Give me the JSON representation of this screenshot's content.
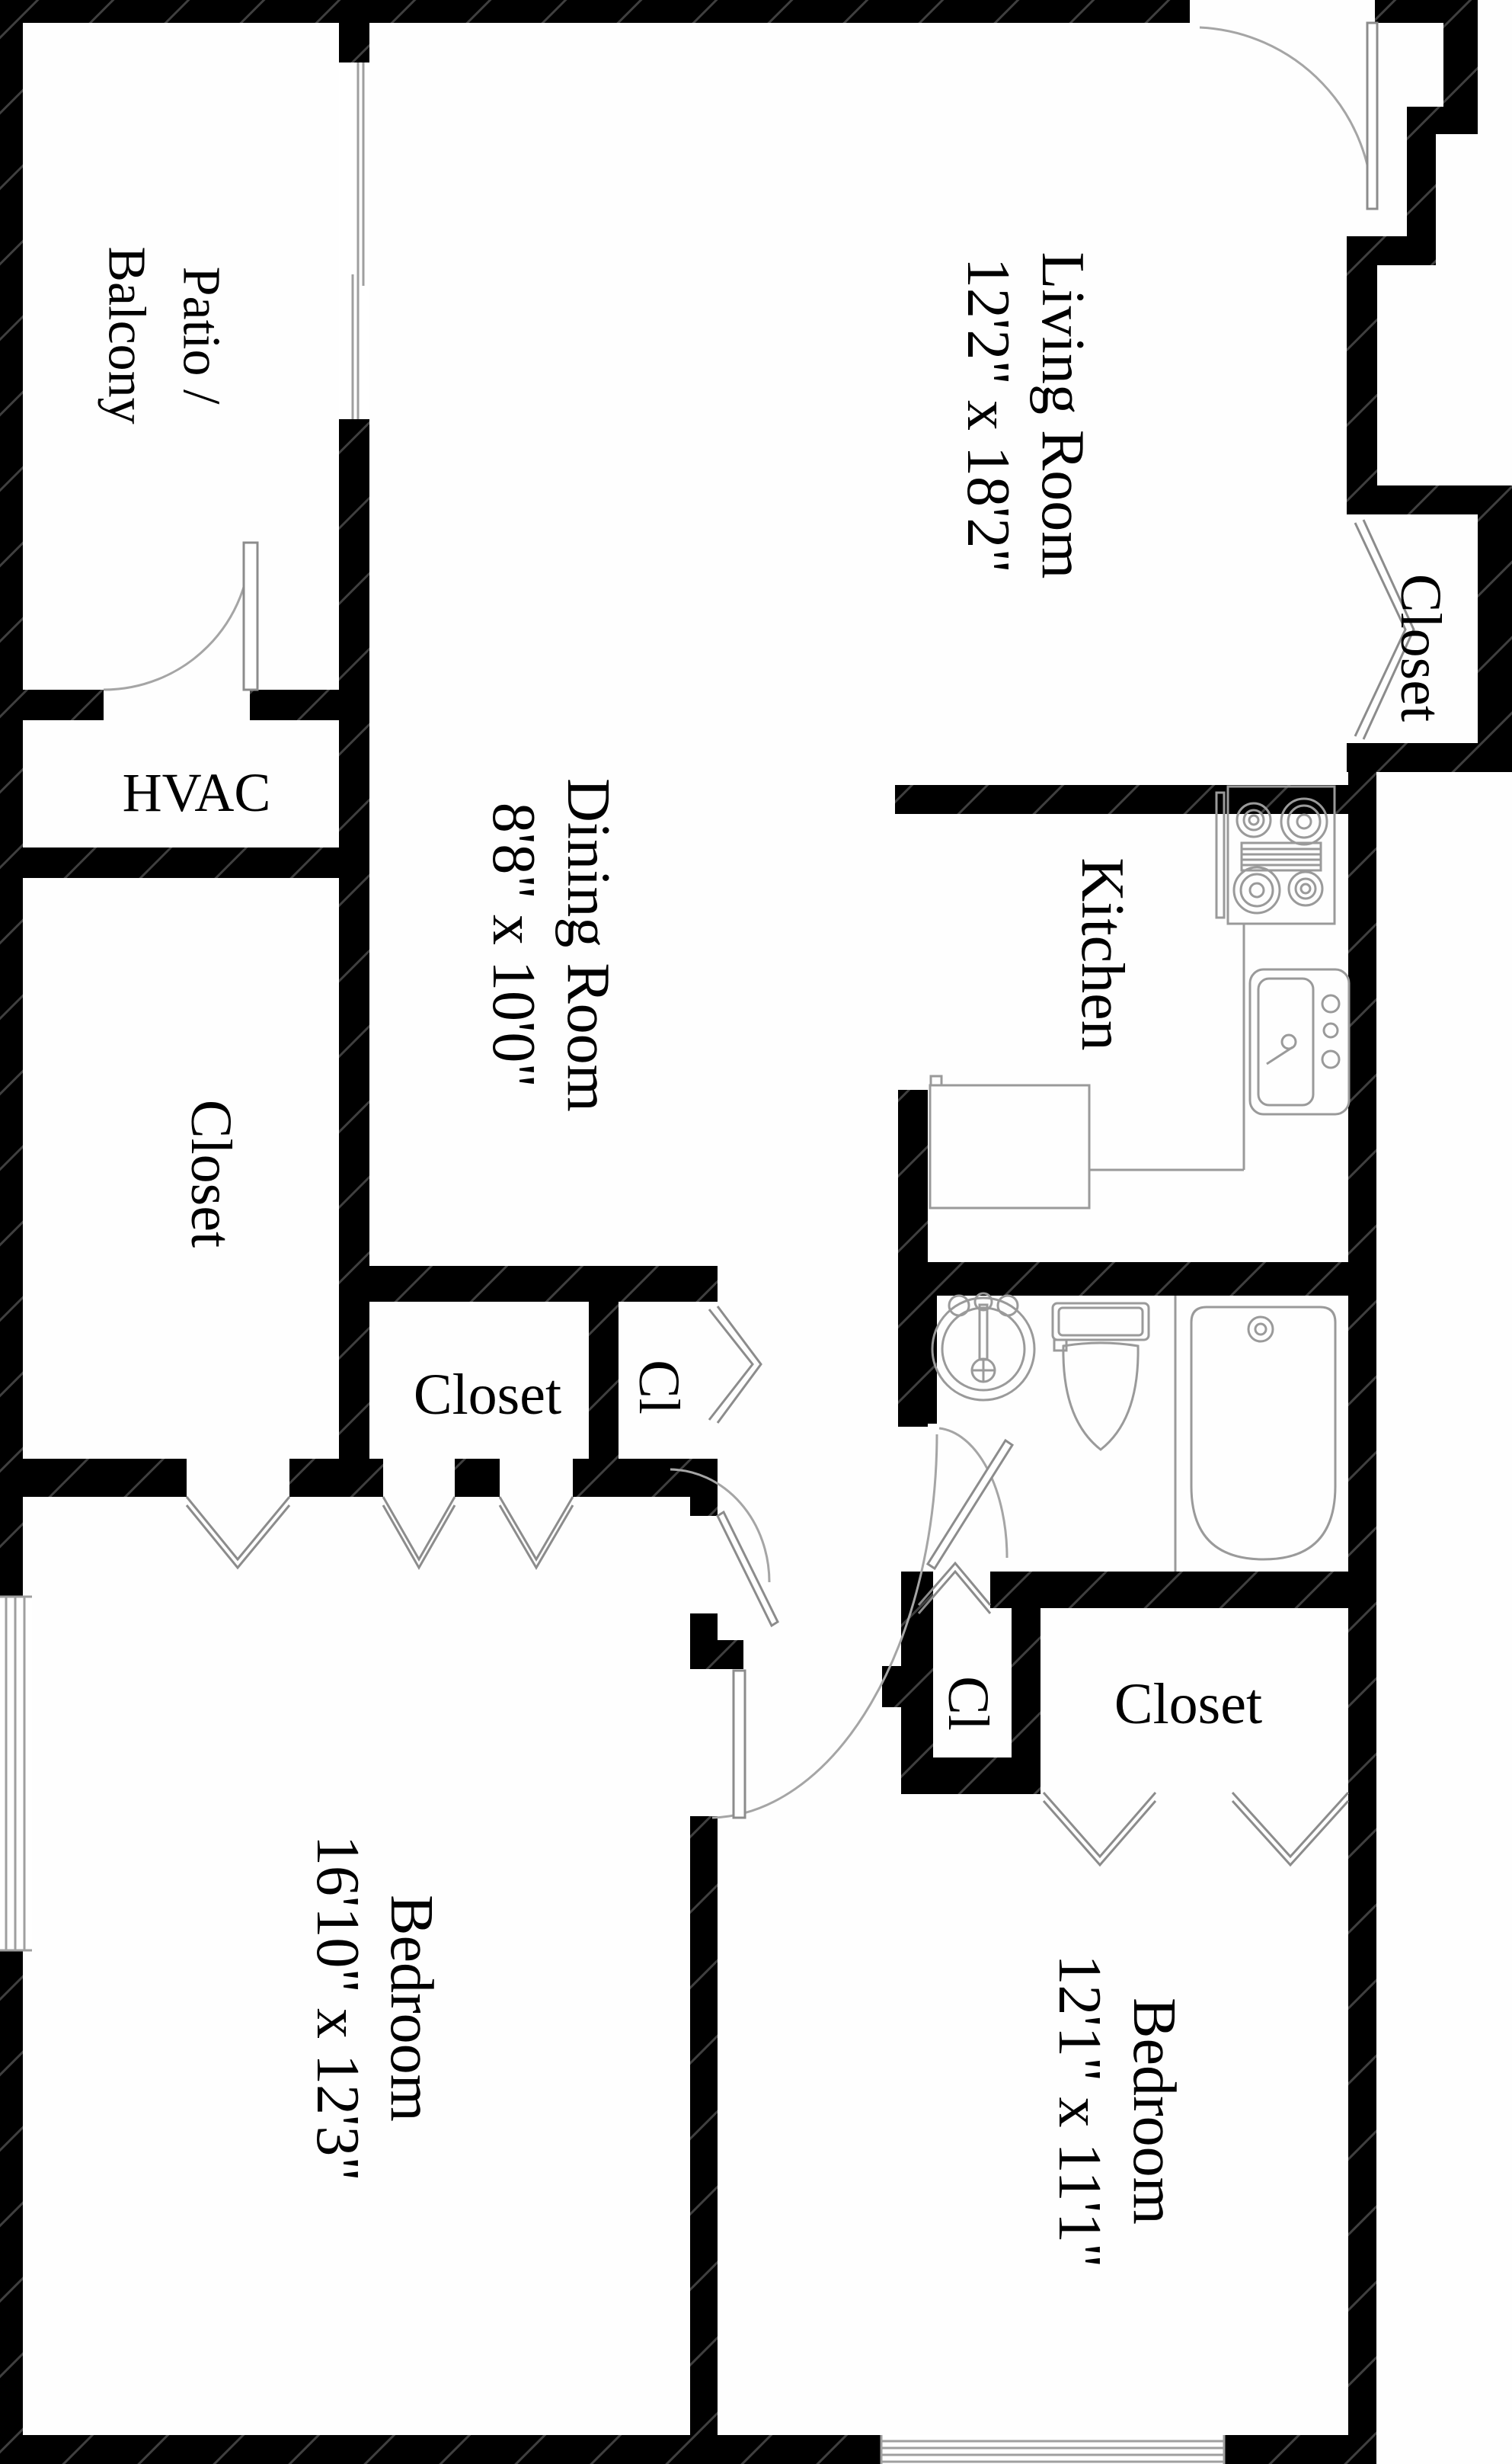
{
  "rooms": {
    "patio": {
      "line1": "Patio /",
      "line2": "Balcony"
    },
    "living": {
      "name": "Living Room",
      "dims": "12'2\" x 18'2\""
    },
    "dining": {
      "name": "Dining Room",
      "dims": "8'8\" x 10'0\""
    },
    "kitchen": {
      "name": "Kitchen"
    },
    "hvac": {
      "name": "HVAC"
    },
    "bedroom_left": {
      "name": "Bedroom",
      "dims": "16'10\" x 12'3\""
    },
    "bedroom_right": {
      "name": "Bedroom",
      "dims": "12'1\" x 11'1\""
    },
    "closet_entry": {
      "name": "Closet"
    },
    "closet_left": {
      "name": "Closet"
    },
    "closet_hall": {
      "name": "Closet"
    },
    "closet_bedroom": {
      "name": "Closet"
    },
    "cl_hall": {
      "name": "Cl"
    },
    "cl_bedroom": {
      "name": "Cl"
    }
  },
  "colors": {
    "walls": "#000000",
    "fixture_lines": "#9a9a9a",
    "background": "#ffffff"
  }
}
